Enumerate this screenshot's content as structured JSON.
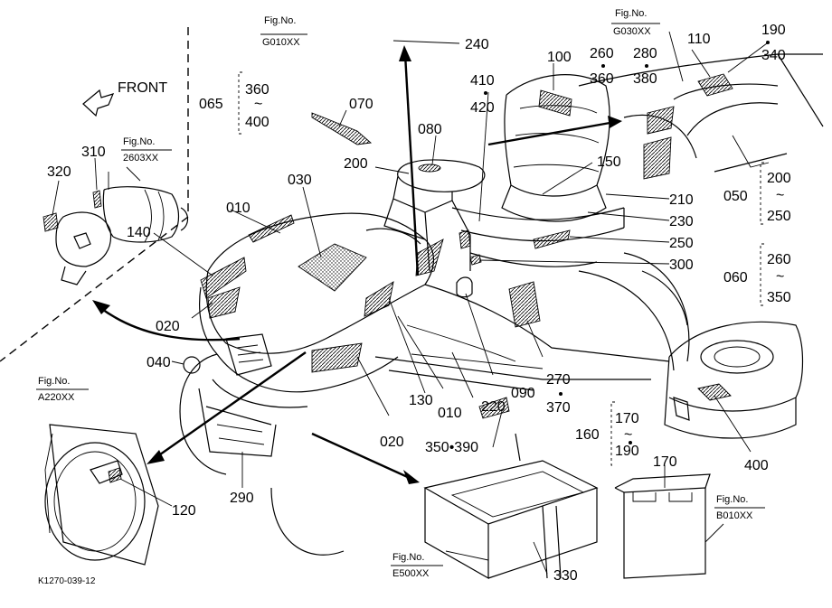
{
  "front_label": "FRONT",
  "drawing_number": "K1270-039-12",
  "fig_refs": {
    "g010": [
      "Fig.No.",
      "G010XX"
    ],
    "g030": [
      "Fig.No.",
      "G030XX"
    ],
    "p2603": [
      "Fig.No.",
      "2603XX"
    ],
    "a220": [
      "Fig.No.",
      "A220XX"
    ],
    "b010": [
      "Fig.No.",
      "B010XX"
    ],
    "e500": [
      "Fig.No.",
      "E500XX"
    ]
  },
  "labels": {
    "p240": "240",
    "p190": "190",
    "p340": "340",
    "p110": "110",
    "p260a": "260",
    "p280": "280",
    "p360a": "360",
    "p380": "380",
    "p100": "100",
    "p410": "410",
    "p420": "420",
    "p065": "065",
    "p360b": "360",
    "p400a": "400",
    "tilde065": "~",
    "p070": "070",
    "p080": "080",
    "p200a": "200",
    "p150": "150",
    "p030": "030",
    "p010a": "010",
    "p140": "140",
    "p310": "310",
    "p320": "320",
    "p200b": "200",
    "tilde050": "~",
    "p250a": "250",
    "p050": "050",
    "p210": "210",
    "p230": "230",
    "p250b": "250",
    "p300": "300",
    "p260b": "260",
    "tilde060": "~",
    "p350a": "350",
    "p060": "060",
    "p020a": "020",
    "p040": "040",
    "p130": "130",
    "p010b": "010",
    "p220": "220",
    "p090": "090",
    "p270": "270",
    "p370": "370",
    "p020b": "020",
    "p400b": "400",
    "p170a": "170",
    "tilde160": "~",
    "p190b": "190",
    "p160": "160",
    "p170b": "170",
    "p350_390": "350•390",
    "p120": "120",
    "p290": "290",
    "p330": "330"
  }
}
